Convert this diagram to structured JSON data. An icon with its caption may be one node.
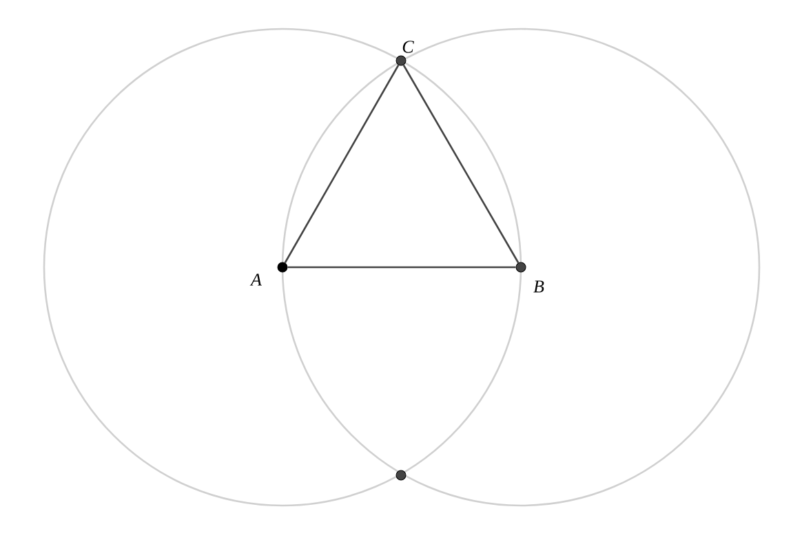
{
  "diagram": {
    "nodes": [
      {
        "text": [],
        "shape": "circle",
        "beside": [
          "A"
        ]
      },
      {
        "text": [],
        "shape": "circle",
        "beside": [
          "B"
        ]
      },
      {
        "text": [],
        "shape": "circle",
        "beside": [
          "C"
        ]
      },
      {
        "text": [],
        "shape": "circle"
      }
    ],
    "edges": [
      {
        "from": 0,
        "to": 1,
        "arrow": "none"
      },
      {
        "from": 1,
        "to": 2,
        "arrow": "none"
      },
      {
        "from": 2,
        "to": 0,
        "arrow": "none"
      }
    ]
  }
}
